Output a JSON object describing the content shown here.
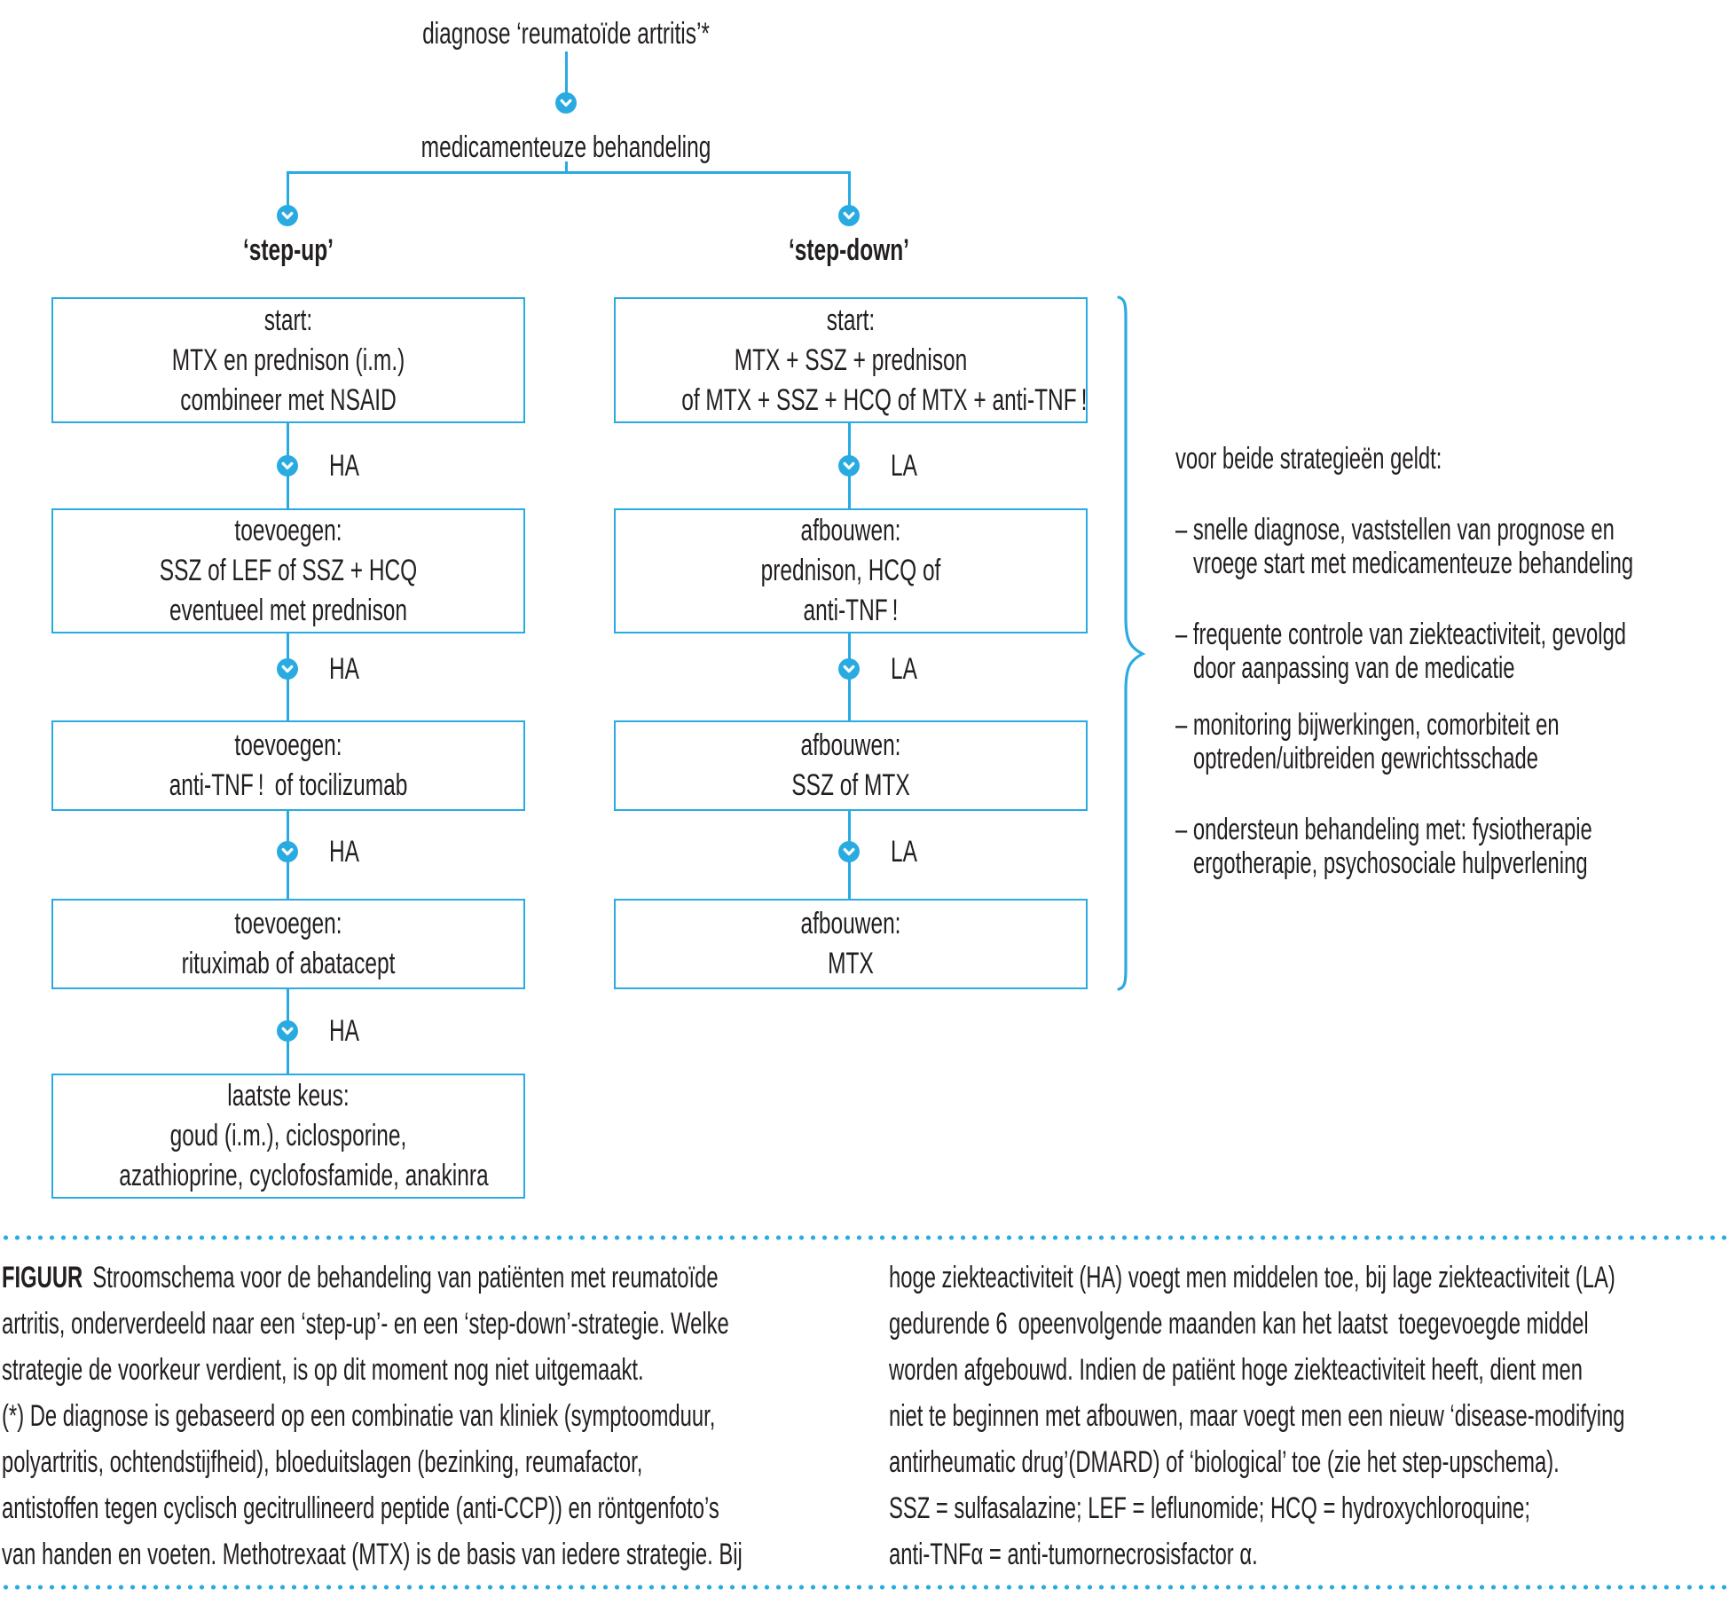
{
  "colors": {
    "accent_blue": "#29ABE2",
    "ink": "#231F20"
  },
  "flow": {
    "root_label": "diagnose ‘reumatoïde artritis’*",
    "treatment_label": "medicamenteuze behandeling",
    "left_branch": {
      "title": "‘step-up’",
      "arrow_label": "HA",
      "boxes": [
        {
          "l1": "start:",
          "l2": "MTX en prednison (i.m.)",
          "l3": "combineer met NSAID"
        },
        {
          "l1": "toevoegen:",
          "l2": "SSZ of LEF of SSZ + HCQ",
          "l3": "eventueel met prednison"
        },
        {
          "l1": "toevoegen:",
          "l2": "anti-TNF ! of tocilizumab"
        },
        {
          "l1": "toevoegen:",
          "l2": "rituximab of abatacept"
        },
        {
          "l1": "laatste keus:",
          "l2": "goud (i.m.), ciclosporine,",
          "l3": "azathioprine, cyclofosfamide, anakinra"
        }
      ]
    },
    "right_branch": {
      "title": "‘step-down’",
      "arrow_label": "LA",
      "boxes": [
        {
          "l1": "start:",
          "l2": "MTX + SSZ + prednison",
          "l3": "of MTX + SSZ + HCQ of MTX + anti-TNF !"
        },
        {
          "l1": "afbouwen:",
          "l2": "prednison, HCQ of",
          "l3": "anti-TNF !"
        },
        {
          "l1": "afbouwen:",
          "l2": "SSZ of MTX"
        },
        {
          "l1": "afbouwen:",
          "l2": "MTX"
        }
      ]
    },
    "side_note": {
      "header": "voor beide strategieën geldt:",
      "bullets": [
        {
          "l1": "– snelle diagnose, vaststellen van prognose en",
          "l2": "vroege start met medicamenteuze behandeling"
        },
        {
          "l1": "– frequente controle van ziekteactiviteit, gevolgd",
          "l2": "door aanpassing van de medicatie"
        },
        {
          "l1": "– monitoring bijwerkingen, comorbiteit en",
          "l2": "optreden/uitbreiden gewrichtsschade"
        },
        {
          "l1": "– ondersteun behandeling met: fysiotherapie",
          "l2": "ergotherapie, psychosociale hulpverlening"
        }
      ]
    }
  },
  "caption": {
    "figuur_label": "FIGUUR",
    "left_line1_rest": "Stroomschema voor de behandeling van patiënten met reumatoïde",
    "left_lines": [
      "artritis, onderverdeeld naar een ‘step-up’- en een ‘step-down’-strategie. Welke",
      "strategie de voorkeur verdient, is op dit moment nog niet uitgemaakt.",
      "(*) De diagnose is gebaseerd op een combinatie van kliniek (symptoomduur,",
      "polyartritis, ochtendstijfheid), bloeduitslagen (bezinking, reumafactor,",
      "antistoffen tegen cyclisch gecitrullineerd peptide (anti-CCP)) en röntgenfoto’s",
      "van handen en voeten. Methotrexaat (MTX) is de basis van iedere strategie. Bij"
    ],
    "right_lines": [
      "hoge ziekteactiviteit (HA) voegt men middelen toe, bij lage ziekteactiviteit (LA)",
      "gedurende 6 opeenvolgende maanden kan het laatst toegevoegde middel",
      "worden afgebouwd. Indien de patiënt hoge ziekteactiviteit heeft, dient men",
      "niet te beginnen met afbouwen, maar voegt men een nieuw ‘disease-modifying",
      "antirheumatic drug’(DMARD) of ‘biological’ toe (zie het step-upschema).",
      "SSZ = sulfasalazine; LEF = leflunomide; HCQ = hydroxychloroquine;",
      "anti-TNFα = anti-tumornecrosisfactor α."
    ]
  }
}
